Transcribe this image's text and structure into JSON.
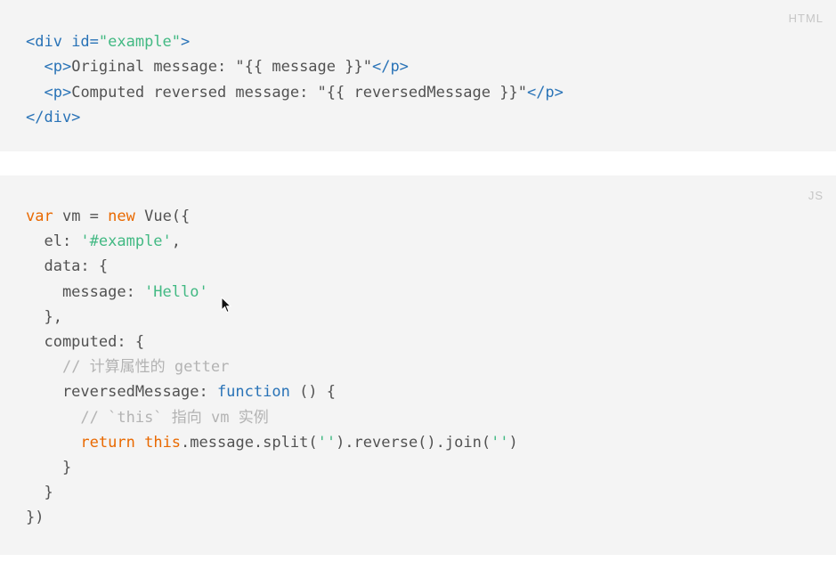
{
  "html_block": {
    "language_label": "HTML",
    "lines": [
      [
        {
          "t": "<div ",
          "c": "tag"
        },
        {
          "t": "id=",
          "c": "tag"
        },
        {
          "t": "\"example\"",
          "c": "str"
        },
        {
          "t": ">",
          "c": "tag"
        }
      ],
      [
        {
          "t": "  ",
          "c": "txt"
        },
        {
          "t": "<p>",
          "c": "tag"
        },
        {
          "t": "Original message: \"{{ message }}\"",
          "c": "txt"
        },
        {
          "t": "</p>",
          "c": "tag"
        }
      ],
      [
        {
          "t": "  ",
          "c": "txt"
        },
        {
          "t": "<p>",
          "c": "tag"
        },
        {
          "t": "Computed reversed message: \"{{ reversedMessage }}\"",
          "c": "txt"
        },
        {
          "t": "</p>",
          "c": "tag"
        }
      ],
      [
        {
          "t": "</div>",
          "c": "tag"
        }
      ]
    ]
  },
  "js_block": {
    "language_label": "JS",
    "lines": [
      [
        {
          "t": "var",
          "c": "kw"
        },
        {
          "t": " vm = ",
          "c": "txt"
        },
        {
          "t": "new",
          "c": "kw"
        },
        {
          "t": " Vue({",
          "c": "txt"
        }
      ],
      [
        {
          "t": "  el: ",
          "c": "txt"
        },
        {
          "t": "'#example'",
          "c": "str"
        },
        {
          "t": ",",
          "c": "txt"
        }
      ],
      [
        {
          "t": "  data: {",
          "c": "txt"
        }
      ],
      [
        {
          "t": "    message: ",
          "c": "txt"
        },
        {
          "t": "'Hello'",
          "c": "str"
        }
      ],
      [
        {
          "t": "  },",
          "c": "txt"
        }
      ],
      [
        {
          "t": "  computed: {",
          "c": "txt"
        }
      ],
      [
        {
          "t": "    ",
          "c": "txt"
        },
        {
          "t": "// 计算属性的 getter",
          "c": "cmt"
        }
      ],
      [
        {
          "t": "    reversedMessage: ",
          "c": "txt"
        },
        {
          "t": "function",
          "c": "fn"
        },
        {
          "t": " () {",
          "c": "txt"
        }
      ],
      [
        {
          "t": "      ",
          "c": "txt"
        },
        {
          "t": "// `this` 指向 vm 实例",
          "c": "cmt"
        }
      ],
      [
        {
          "t": "      ",
          "c": "txt"
        },
        {
          "t": "return",
          "c": "kw"
        },
        {
          "t": " ",
          "c": "txt"
        },
        {
          "t": "this",
          "c": "kw"
        },
        {
          "t": ".message.split(",
          "c": "txt"
        },
        {
          "t": "''",
          "c": "str"
        },
        {
          "t": ").reverse().join(",
          "c": "txt"
        },
        {
          "t": "''",
          "c": "str"
        },
        {
          "t": ")",
          "c": "txt"
        }
      ],
      [
        {
          "t": "    }",
          "c": "txt"
        }
      ],
      [
        {
          "t": "  }",
          "c": "txt"
        }
      ],
      [
        {
          "t": "})",
          "c": "txt"
        }
      ]
    ]
  },
  "colors": {
    "background": "#f4f4f4",
    "tag": "#2973b7",
    "string": "#42b983",
    "keyword": "#e96900",
    "comment": "#b3b3b3",
    "text": "#525252"
  },
  "cursor": {
    "icon": "mouse-pointer-icon"
  }
}
